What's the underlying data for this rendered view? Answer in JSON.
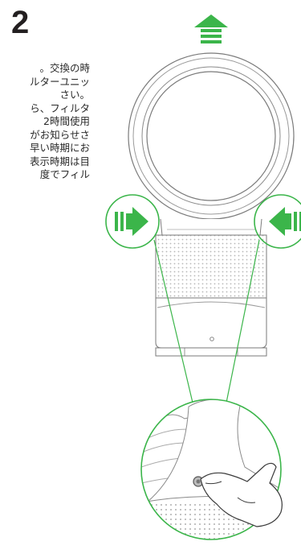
{
  "step": {
    "number": "2"
  },
  "instruction_lines": [
    "。交換の時",
    "ルターユニッ",
    "さい。",
    "ら、フィルタ",
    "2時間使用",
    "がお知らせさ",
    "早い時期にお",
    "表示時期は目",
    "度でフィル"
  ],
  "colors": {
    "accent_green": "#3bb54a",
    "line_gray": "#7a7a7a",
    "grille_gray": "#bdbdbd"
  },
  "icons": [
    "up-arrow-icon",
    "push-right-arrow-icon",
    "push-left-arrow-icon",
    "finger-press-icon"
  ]
}
